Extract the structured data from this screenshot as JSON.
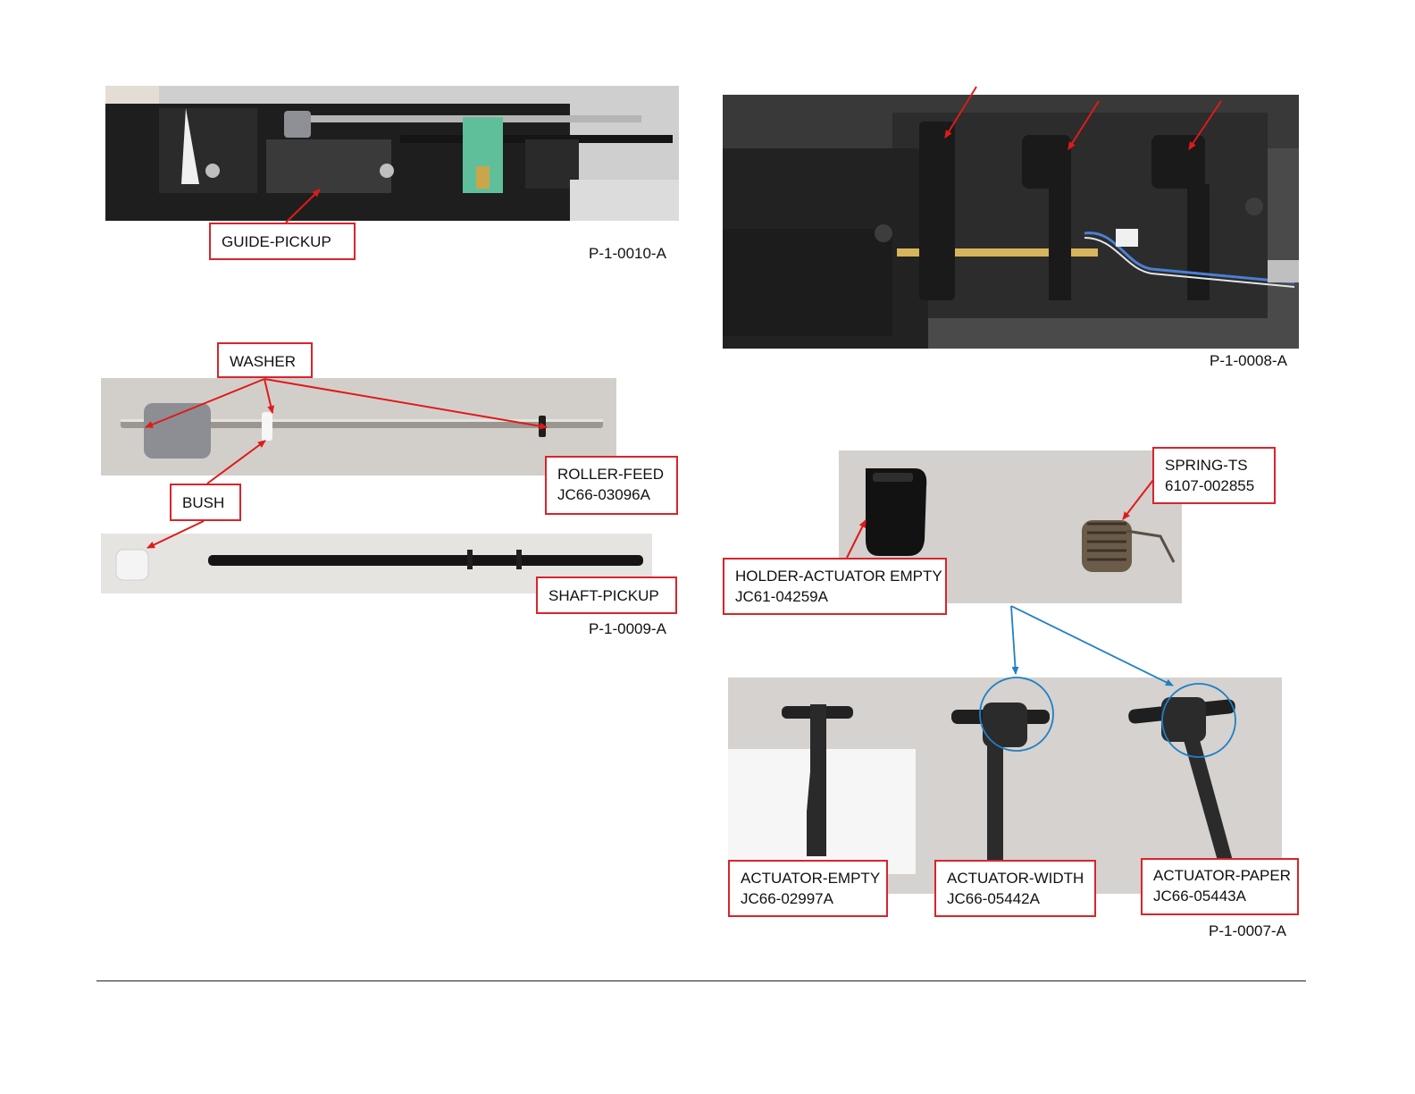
{
  "figures": {
    "guide_pickup": {
      "label": "GUIDE-PICKUP",
      "fig_id": "P-1-0010-A"
    },
    "roller_feed_set": {
      "washer_label": "WASHER",
      "bush_label": "BUSH",
      "roller_feed_name": "ROLLER-FEED",
      "roller_feed_code": "JC66-03096A",
      "shaft_label": "SHAFT-PICKUP",
      "fig_id": "P-1-0009-A"
    },
    "frame_assembly": {
      "fig_id": "P-1-0008-A"
    },
    "actuators": {
      "holder_name": "HOLDER-ACTUATOR EMPTY",
      "holder_code": "JC61-04259A",
      "spring_name": "SPRING-TS",
      "spring_code": "6107-002855",
      "empty_name": "ACTUATOR-EMPTY",
      "empty_code": "JC66-02997A",
      "width_name": "ACTUATOR-WIDTH",
      "width_code": "JC66-05442A",
      "paper_name": "ACTUATOR-PAPER",
      "paper_code": "JC66-05443A",
      "fig_id": "P-1-0007-A"
    }
  },
  "colors": {
    "callout_border": "#d9242b",
    "leader_red": "#e01a1a",
    "leader_blue": "#1f7fc6"
  }
}
